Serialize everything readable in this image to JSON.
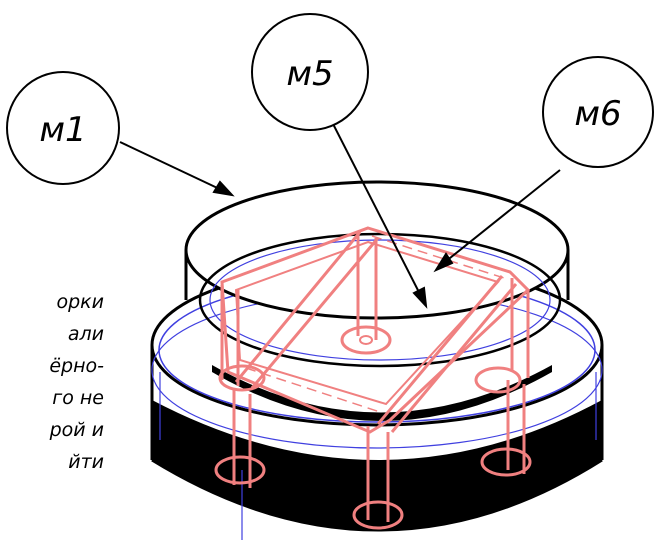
{
  "callouts": [
    {
      "id": "m1",
      "label": "м1"
    },
    {
      "id": "m5",
      "label": "м5"
    },
    {
      "id": "m6",
      "label": "м6"
    }
  ],
  "side_note_lines": [
    "орки",
    "али",
    "ёрно-",
    "го не",
    "рой и",
    "йти"
  ],
  "colors": {
    "outline": "#000000",
    "frame": "#f08080",
    "frame_dark": "#e06060",
    "ring": "#4040e0",
    "base_fill": "#000000"
  }
}
